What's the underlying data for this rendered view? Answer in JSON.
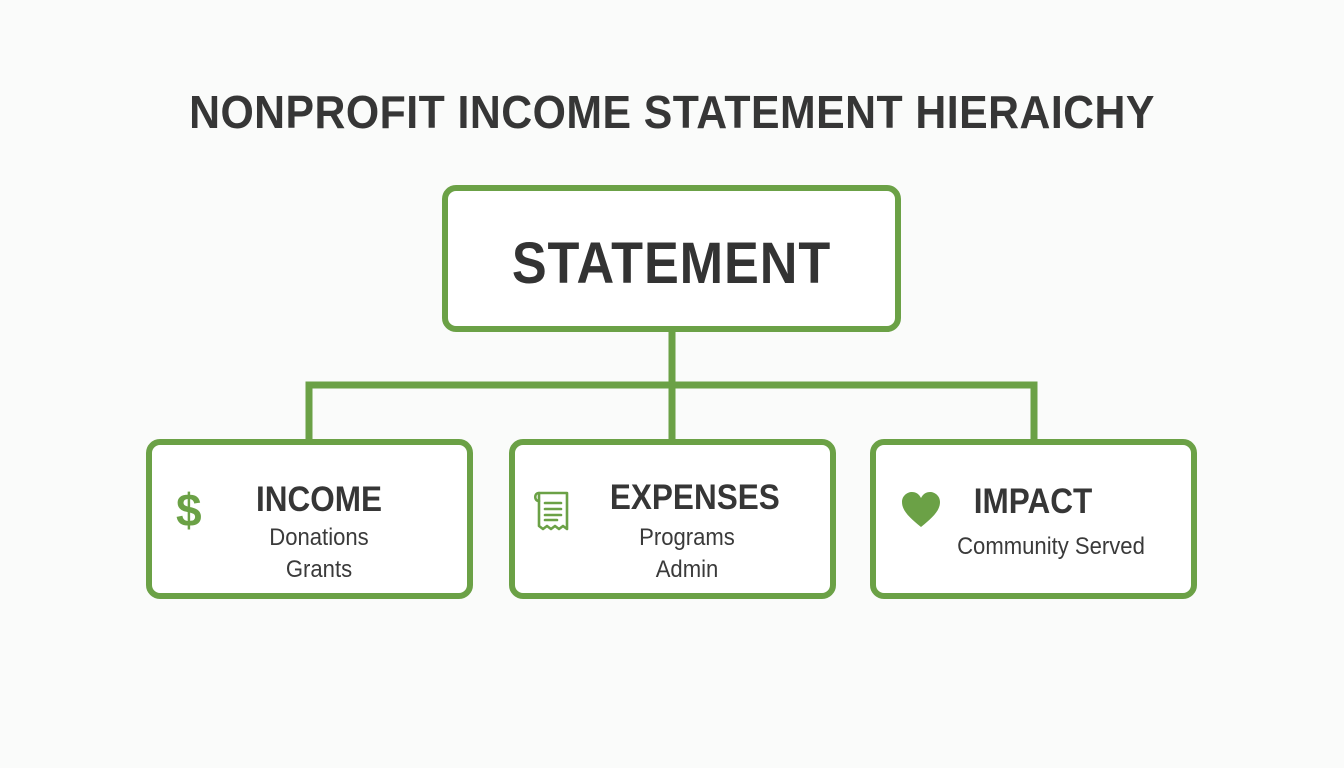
{
  "title": "NONPROFIT INCOME STATEMENT HIERAICHY",
  "colors": {
    "accent": "#6ba146",
    "text": "#363636",
    "background": "#fafbfa"
  },
  "root": {
    "label": "STATEMENT"
  },
  "children": [
    {
      "heading": "INCOME",
      "icon": "dollar-icon",
      "items": [
        "Donations",
        "Grants"
      ]
    },
    {
      "heading": "EXPENSES",
      "icon": "receipt-icon",
      "items": [
        "Programs",
        "Admin"
      ]
    },
    {
      "heading": "IMPACT",
      "icon": "heart-icon",
      "items": [
        "Community Served"
      ]
    }
  ]
}
